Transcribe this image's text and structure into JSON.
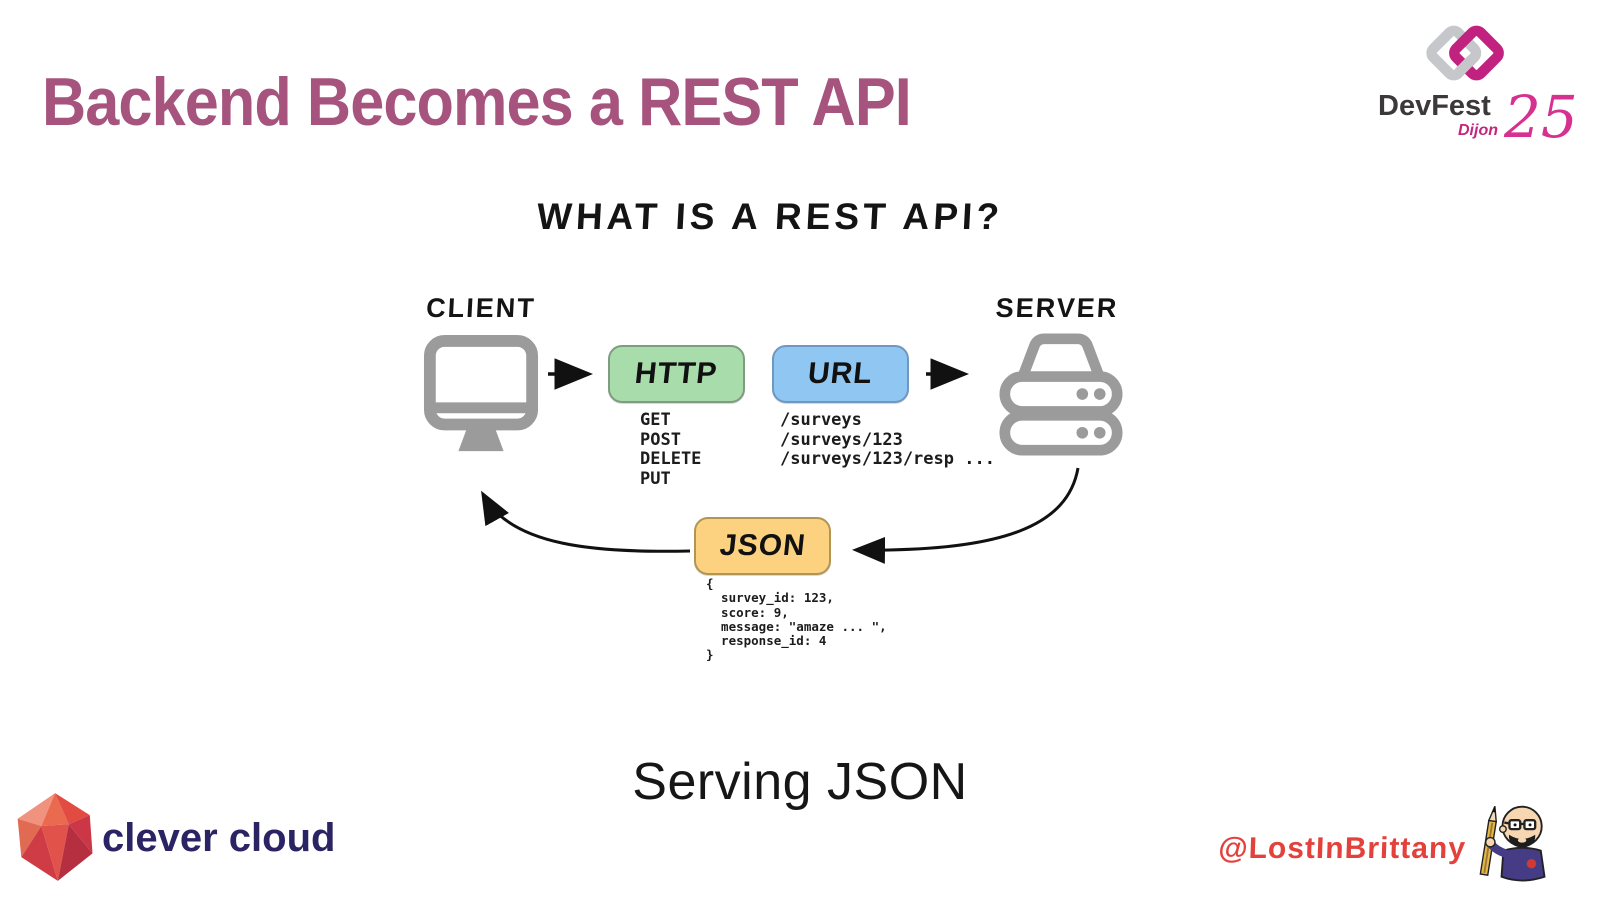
{
  "slide": {
    "title": "Backend Becomes a REST API",
    "caption": "Serving JSON"
  },
  "branding": {
    "devfest": {
      "name": "DevFest",
      "city": "Dijon",
      "year": "25"
    },
    "clever_cloud": {
      "label": "clever cloud"
    },
    "author_handle": "@LostInBrittany"
  },
  "diagram": {
    "heading": "WHAT IS A REST API?",
    "client": {
      "label": "CLIENT",
      "icon": "monitor-icon"
    },
    "server": {
      "label": "SERVER",
      "icon": "server-stack-icon"
    },
    "http_box": {
      "label": "HTTP",
      "color": "#a9dcab",
      "methods": [
        "GET",
        "POST",
        "DELETE",
        "PUT"
      ]
    },
    "url_box": {
      "label": "URL",
      "color": "#8fc7f2",
      "paths": [
        "/surveys",
        "/surveys/123",
        "/surveys/123/resp ..."
      ]
    },
    "json_box": {
      "label": "JSON",
      "color": "#fcd281",
      "code_lines": [
        "{",
        "  survey_id: 123,",
        "  score: 9,",
        "  message: \"amaze ... \",",
        "  response_id: 4",
        "}"
      ]
    }
  },
  "colors": {
    "title": "#a6537e",
    "devfest_magenta": "#c4267e",
    "devfest_link_gray": "#c6c7cb",
    "icon_gray": "#9b9b9b",
    "clever_navy": "#2a2464",
    "handle_red": "#e2413c"
  }
}
